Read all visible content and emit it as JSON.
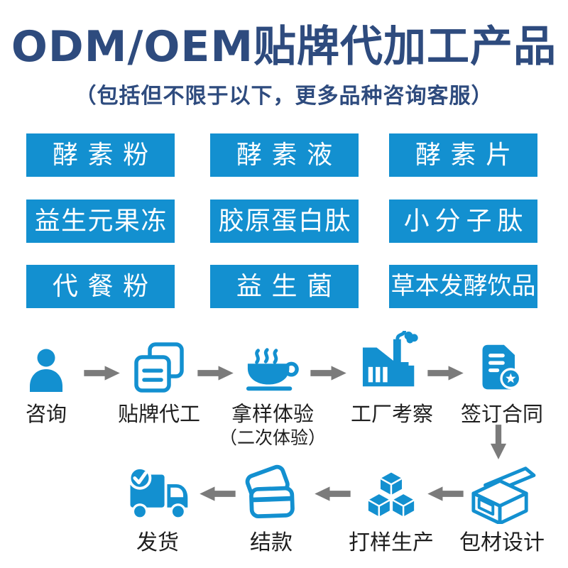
{
  "header": {
    "title": "ODM/OEM贴牌代加工产品",
    "subtitle": "（包括但不限于以下，更多品种咨询客服）"
  },
  "products": [
    "酵素粉",
    "酵素液",
    "酵素片",
    "益生元果冻",
    "胶原蛋白肽",
    "小分子肽",
    "代餐粉",
    "益生菌",
    "草本发酵饮品"
  ],
  "process": {
    "top_row": [
      {
        "label": "咨询",
        "icon": "person-icon"
      },
      {
        "label": "贴牌代工",
        "icon": "documents-icon"
      },
      {
        "label": "拿样体验",
        "sublabel": "（二次体验）",
        "icon": "coffee-icon"
      },
      {
        "label": "工厂考察",
        "icon": "factory-icon"
      },
      {
        "label": "签订合同",
        "icon": "contract-icon"
      }
    ],
    "bottom_row": [
      {
        "label": "发货",
        "icon": "truck-icon"
      },
      {
        "label": "结款",
        "icon": "cards-icon"
      },
      {
        "label": "打样生产",
        "icon": "cubes-icon"
      },
      {
        "label": "包材设计",
        "icon": "box-icon"
      }
    ]
  },
  "colors": {
    "accent_blue": "#1390d0",
    "title_navy": "#2e4b7e",
    "arrow_gray": "#7b7b7b",
    "label_dark": "#1e1e1e",
    "button_text": "#ffffff"
  }
}
